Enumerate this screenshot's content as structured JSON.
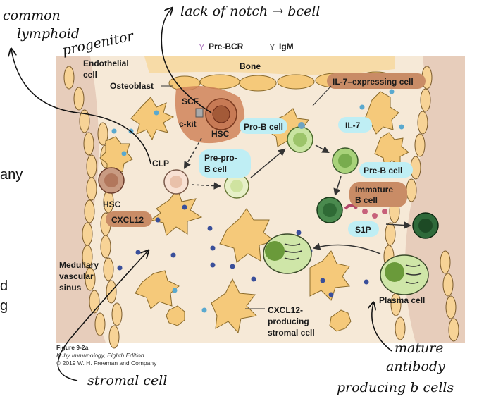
{
  "labels": {
    "pre_bcr": "Pre-BCR",
    "igm": "IgM",
    "bone": "Bone",
    "endothelial": "Endothelial",
    "endothelial2": "cell",
    "osteoblast": "Osteoblast",
    "il7_cell": "IL-7–expressing cell",
    "scf": "SCF",
    "ckit": "c-kit",
    "hsc_top": "HSC",
    "pro_b": "Pro-B cell",
    "il7": "IL-7",
    "clp": "CLP",
    "pre_pro_1": "Pre-pro-",
    "pre_pro_2": "B cell",
    "pre_b": "Pre-B cell",
    "immature_1": "Immature",
    "immature_2": "B cell",
    "hsc_left": "HSC",
    "cxcl12": "CXCL12",
    "s1p": "S1P",
    "sinus_1": "Medullary",
    "sinus_2": "vascular",
    "sinus_3": "sinus",
    "plasma": "Plasma cell",
    "stromal_1": "CXCL12-",
    "stromal_2": "producing",
    "stromal_3": "stromal cell"
  },
  "caption": {
    "figure": "Figure 9-2a",
    "book": "Kuby Immunology, Eighth Edition",
    "copyright": "© 2019 W. H. Freeman and Company"
  },
  "annotations": {
    "common": "common",
    "lymphoid": "lymphoid",
    "progenitor": "progenitor",
    "lack_notch": "lack of notch → bcell",
    "stromal": "stromal cell",
    "mature": "mature",
    "antibody": "antibody",
    "producing": "producing b cells"
  },
  "side_fragments": {
    "a": "any",
    "b": "d",
    "c": "g"
  },
  "colors": {
    "background": "#f6e9d7",
    "bone": "#f7dba7",
    "stroma": "#f5c97a",
    "label_teal": "#bfeef4",
    "label_brown": "#c98c66",
    "sinus": "#e7cdbb"
  }
}
